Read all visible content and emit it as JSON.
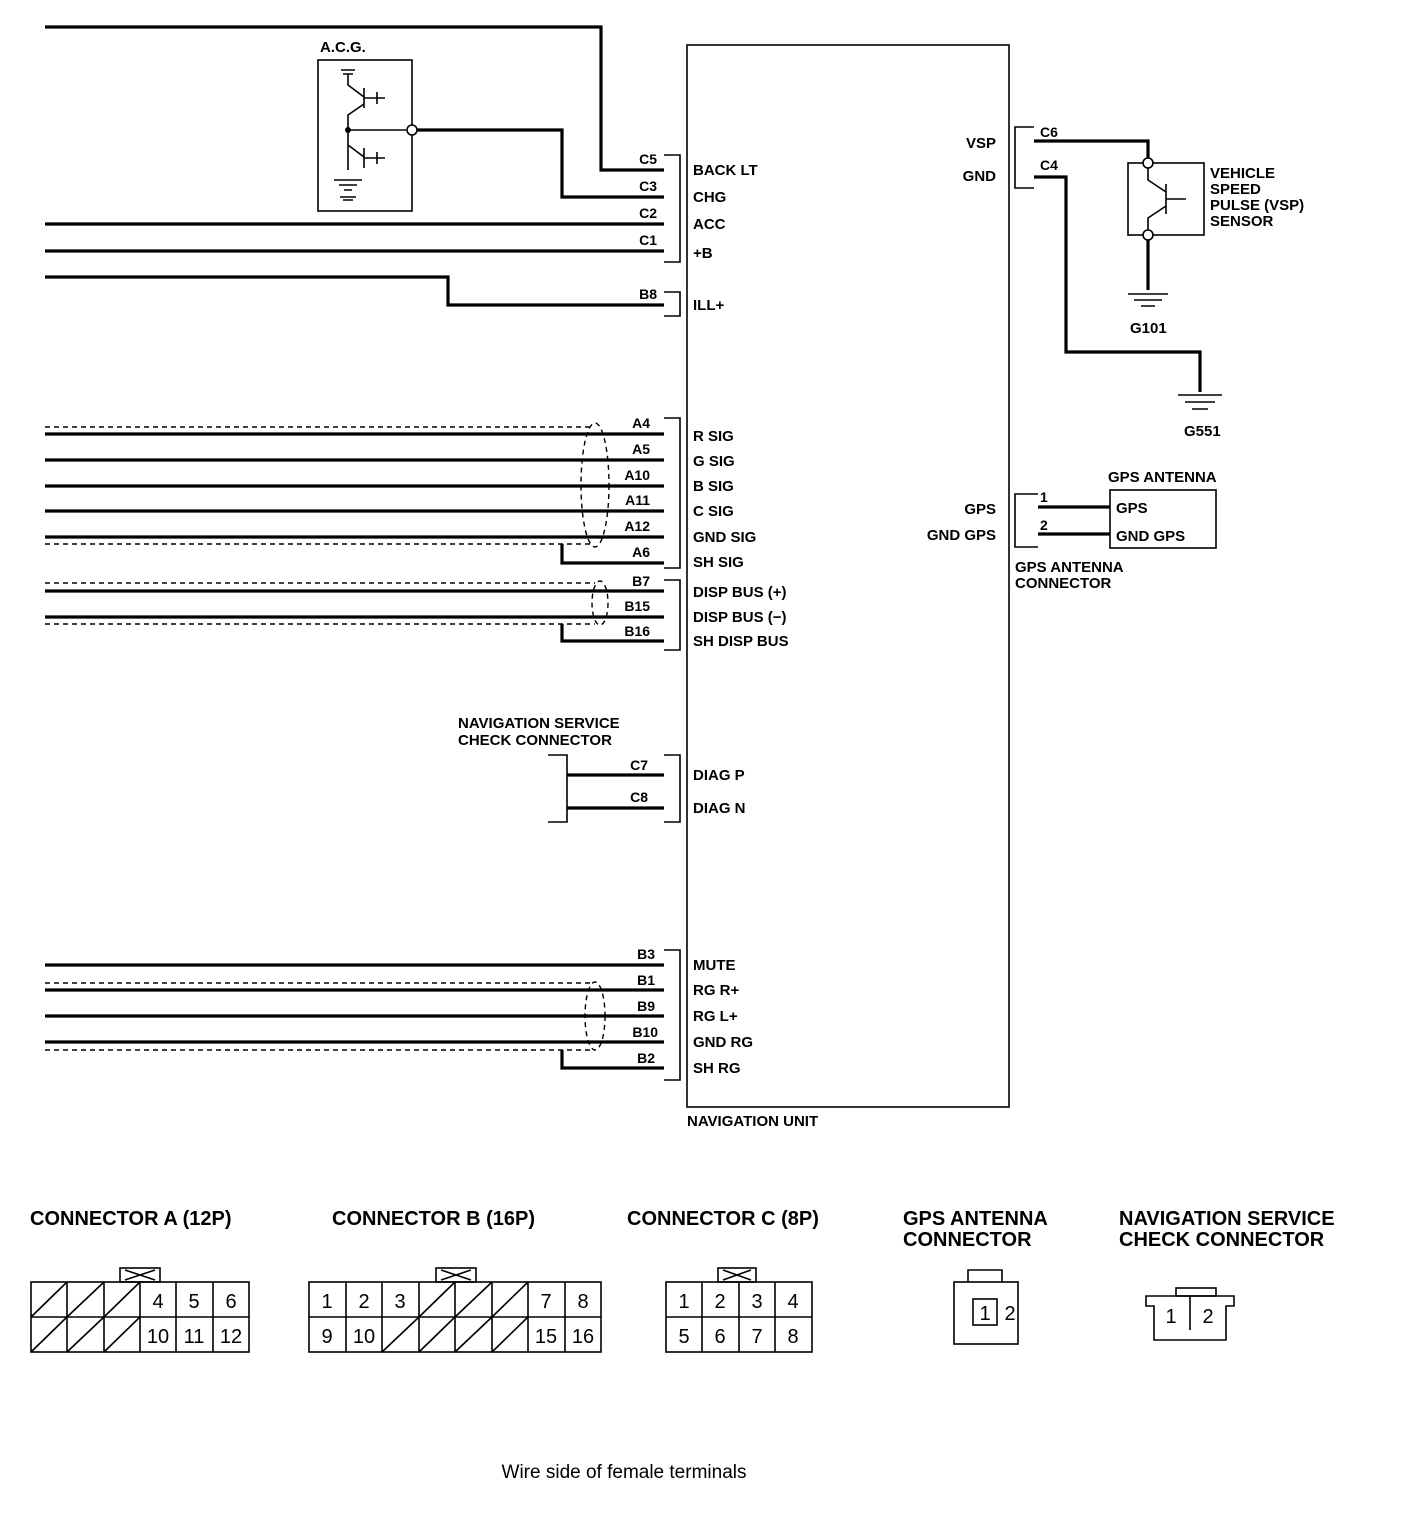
{
  "nav_unit": {
    "title": "NAVIGATION UNIT",
    "left_terminals": [
      {
        "pin": "C5",
        "name": "BACK LT"
      },
      {
        "pin": "C3",
        "name": "CHG"
      },
      {
        "pin": "C2",
        "name": "ACC"
      },
      {
        "pin": "C1",
        "name": "+B"
      },
      {
        "pin": "B8",
        "name": "ILL+"
      },
      {
        "pin": "A4",
        "name": "R SIG"
      },
      {
        "pin": "A5",
        "name": "G SIG"
      },
      {
        "pin": "A10",
        "name": "B SIG"
      },
      {
        "pin": "A11",
        "name": "C SIG"
      },
      {
        "pin": "A12",
        "name": "GND SIG"
      },
      {
        "pin": "A6",
        "name": "SH SIG"
      },
      {
        "pin": "B7",
        "name": "DISP BUS (+)"
      },
      {
        "pin": "B15",
        "name": "DISP BUS (−)"
      },
      {
        "pin": "B16",
        "name": "SH DISP BUS"
      },
      {
        "pin": "C7",
        "name": "DIAG P"
      },
      {
        "pin": "C8",
        "name": "DIAG N"
      },
      {
        "pin": "B3",
        "name": "MUTE"
      },
      {
        "pin": "B1",
        "name": "RG R+"
      },
      {
        "pin": "B9",
        "name": "RG L+"
      },
      {
        "pin": "B10",
        "name": "GND RG"
      },
      {
        "pin": "B2",
        "name": "SH RG"
      }
    ],
    "right_terminals": [
      {
        "pin": "C6",
        "name": "VSP"
      },
      {
        "pin": "C4",
        "name": "GND"
      },
      {
        "pin": "1",
        "name": "GPS"
      },
      {
        "pin": "2",
        "name": "GND GPS"
      }
    ]
  },
  "acg": {
    "label": "A.C.G."
  },
  "vsp_sensor": {
    "line1": "VEHICLE",
    "line2": "SPEED",
    "line3": "PULSE (VSP)",
    "line4": "SENSOR"
  },
  "grounds": {
    "g101": "G101",
    "g551": "G551"
  },
  "gps_antenna": {
    "title": "GPS ANTENNA",
    "pin1": "GPS",
    "pin2": "GND GPS",
    "connector_line1": "GPS ANTENNA",
    "connector_line2": "CONNECTOR"
  },
  "service_check": {
    "line1": "NAVIGATION SERVICE",
    "line2": "CHECK CONNECTOR"
  },
  "connector_views": {
    "a": {
      "title": "CONNECTOR A (12P)",
      "top": [
        "",
        "",
        "",
        "4",
        "5",
        "6"
      ],
      "bottom": [
        "",
        "",
        "",
        "10",
        "11",
        "12"
      ]
    },
    "b": {
      "title": "CONNECTOR B (16P)",
      "top": [
        "1",
        "2",
        "3",
        "",
        "",
        "",
        "7",
        "8"
      ],
      "bottom": [
        "9",
        "10",
        "",
        "",
        "",
        "",
        "15",
        "16"
      ]
    },
    "c": {
      "title": "CONNECTOR C (8P)",
      "top": [
        "1",
        "2",
        "3",
        "4"
      ],
      "bottom": [
        "5",
        "6",
        "7",
        "8"
      ]
    },
    "gps": {
      "line1": "GPS ANTENNA",
      "line2": "CONNECTOR",
      "pins": [
        "1",
        "2"
      ]
    },
    "nav": {
      "line1": "NAVIGATION SERVICE",
      "line2": "CHECK CONNECTOR",
      "pins": [
        "1",
        "2"
      ]
    }
  },
  "caption": "Wire side of female terminals"
}
